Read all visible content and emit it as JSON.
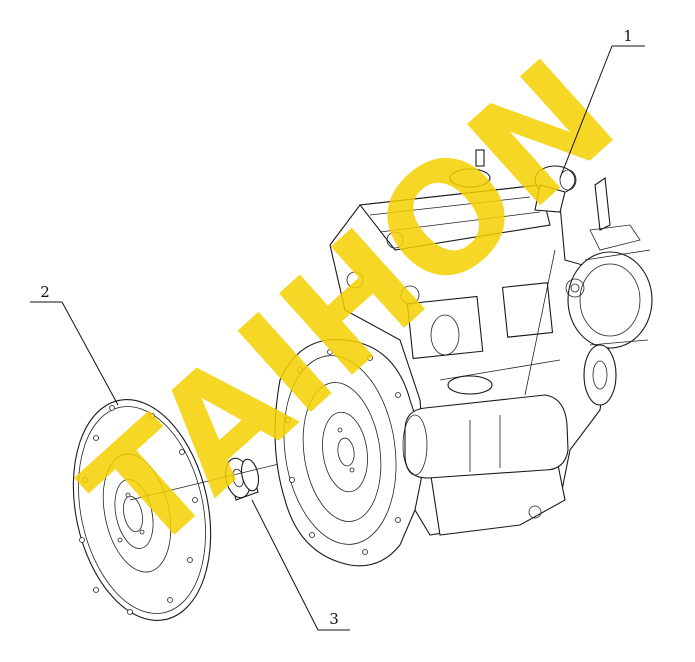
{
  "callouts": [
    {
      "num": "1"
    },
    {
      "num": "2"
    },
    {
      "num": "3"
    }
  ],
  "watermark": {
    "text": "TAIHON",
    "color": "#f5d000",
    "opacity": 0.85
  },
  "colors": {
    "ink": "#111111",
    "paper": "#ffffff"
  }
}
